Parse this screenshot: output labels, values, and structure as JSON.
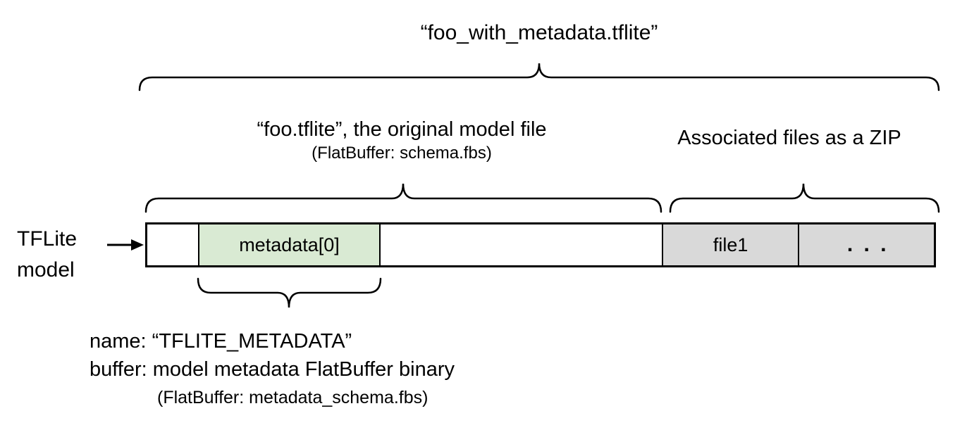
{
  "title": "“foo_with_metadata.tflite”",
  "tflite_label": {
    "line1": "TFLite",
    "line2": "model"
  },
  "model_section": {
    "label": "“foo.tflite”, the original model file",
    "sublabel": "(FlatBuffer: schema.fbs)"
  },
  "zip_section": {
    "label": "Associated files as a ZIP"
  },
  "bar": {
    "segments": [
      {
        "name": "leading-bytes",
        "label": "",
        "color": "#ffffff"
      },
      {
        "name": "metadata-field",
        "label": "metadata[0]",
        "color": "#d9ead3"
      },
      {
        "name": "model-content",
        "label": "",
        "color": "#ffffff"
      },
      {
        "name": "file1",
        "label": "file1",
        "color": "#d9d9d9"
      },
      {
        "name": "more-files",
        "label": ". . .",
        "color": "#d9d9d9"
      }
    ]
  },
  "metadata_note": {
    "line1": "name: “TFLITE_METADATA”",
    "line2": "buffer: model metadata FlatBuffer binary",
    "line3": "(FlatBuffer: metadata_schema.fbs)"
  },
  "colors": {
    "metadata_fill": "#d9ead3",
    "file_fill": "#d9d9d9",
    "stroke": "#000000"
  }
}
